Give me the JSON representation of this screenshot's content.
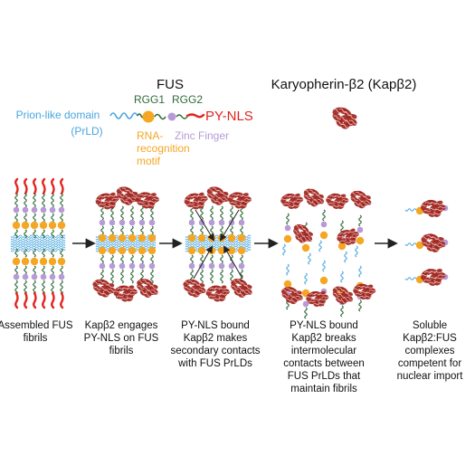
{
  "fus": {
    "title": "FUS",
    "prld_label": "Prion-like domain",
    "prld_abbrev": "(PrLD)",
    "rgg1": "RGG1",
    "rgg2": "RGG2",
    "rrm_line1": "RNA-",
    "rrm_line2": "recognition",
    "rrm_line3": "motif",
    "zinc_finger": "Zinc Finger",
    "py_nls": "PY-NLS"
  },
  "kap": {
    "title": "Karyopherin-β2 (Kapβ2)"
  },
  "steps": [
    {
      "caption": "Assembled FUS fibrils"
    },
    {
      "caption": "Kapβ2 engages PY-NLS on FUS fibrils"
    },
    {
      "caption": "PY-NLS bound Kapβ2 makes secondary contacts with FUS PrLDs"
    },
    {
      "caption": "PY-NLS bound Kapβ2 breaks intermolecular contacts between FUS PrLDs that maintain fibrils"
    },
    {
      "caption": "Soluble Kapβ2:FUS complexes competent for nuclear import"
    }
  ],
  "colors": {
    "prld": "#49a6de",
    "rgg": "#2f6b3a",
    "rrm": "#f5a623",
    "zinc": "#b89ad6",
    "py_nls": "#e2241f",
    "kap": "#a0241e"
  }
}
